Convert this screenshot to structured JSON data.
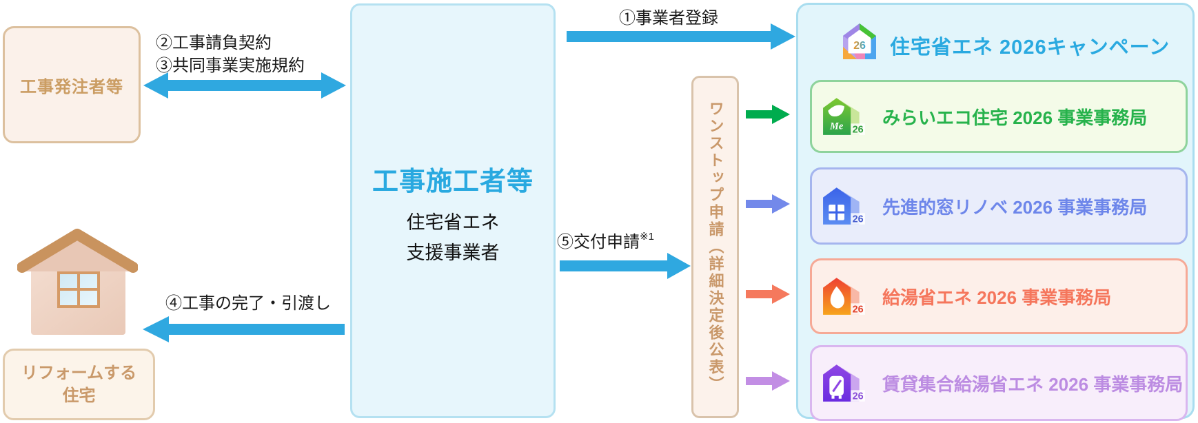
{
  "colors": {
    "arrow_blue": "#2fa8e0",
    "arrow_green": "#00ac4e",
    "arrow_periwinkle": "#7389ea",
    "arrow_coral": "#f5795d",
    "arrow_purple": "#c28ee4",
    "campaign_blue": "#29a9e0",
    "mirai_green": "#26b24b",
    "mado_blue": "#6d86ea",
    "kyutou_coral": "#f5765c",
    "chintai_purple": "#bc8ce2",
    "tan_text": "#c9996a"
  },
  "left": {
    "orderer_label": "工事発注者等",
    "reform_line1": "リフォームする",
    "reform_line2": "住宅"
  },
  "center": {
    "title": "工事施工者等",
    "subtitle1": "住宅省エネ",
    "subtitle2": "支援事業者"
  },
  "labels": {
    "register": "①事業者登録",
    "contract": "②工事請負契約",
    "agreement": "③共同事業実施規約",
    "handover": "④工事の完了・引渡し",
    "grant": "⑤交付申請",
    "grant_note": "※1"
  },
  "onestop": {
    "label": "ワンストップ申請（詳細決定後公表）"
  },
  "campaign": {
    "title": "住宅省エネ 2026キャンペーン",
    "badge": "26"
  },
  "offices": [
    {
      "name": "みらいエコ住宅 2026 事業事務局",
      "badge": "26",
      "logo_text": "Me"
    },
    {
      "name": "先進的窓リノベ 2026 事業事務局",
      "badge": "26"
    },
    {
      "name": "給湯省エネ 2026 事業事務局",
      "badge": "26"
    },
    {
      "name": "賃貸集合給湯省エネ 2026 事業事務局",
      "badge": "26"
    }
  ]
}
